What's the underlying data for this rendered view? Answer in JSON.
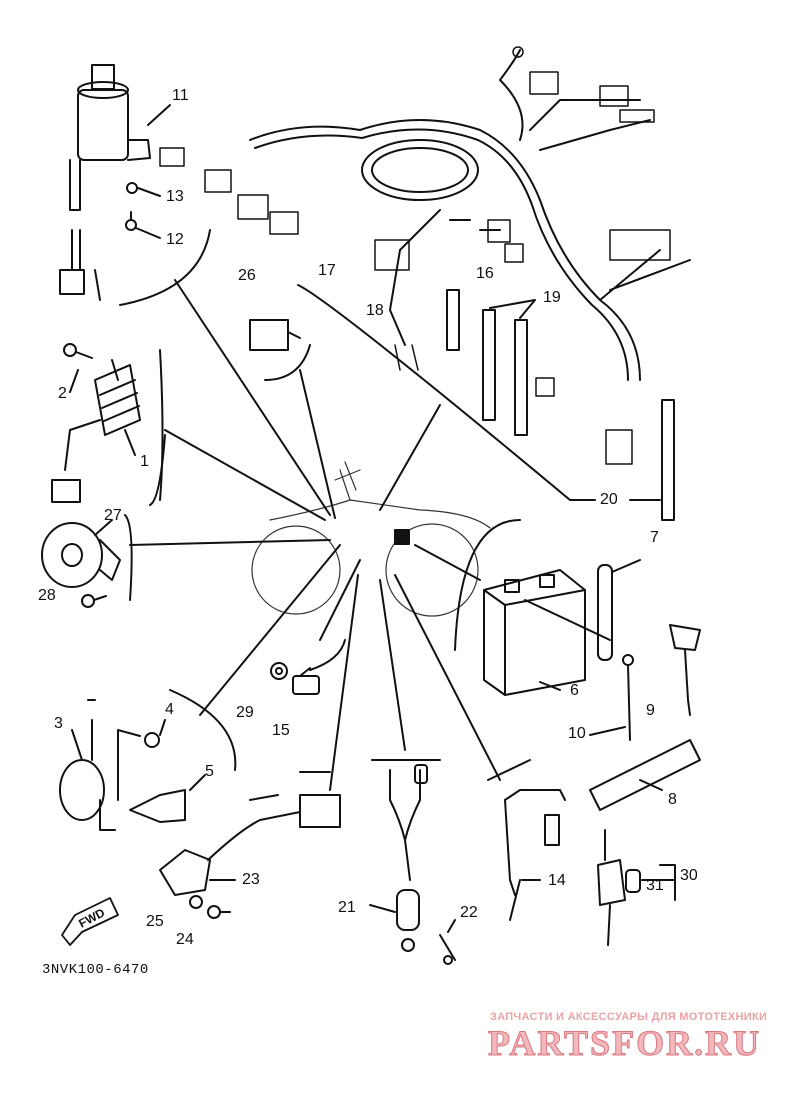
{
  "diagram": {
    "drawing_code": "3NVK100-6470",
    "forward_arrow_label": "FWD",
    "part_numbers": {
      "p1": "1",
      "p2": "2",
      "p3": "3",
      "p4": "4",
      "p5": "5",
      "p6": "6",
      "p7": "7",
      "p8": "8",
      "p9": "9",
      "p10": "10",
      "p11": "11",
      "p12": "12",
      "p13": "13",
      "p14": "14",
      "p15": "15",
      "p16": "16",
      "p17": "17",
      "p18": "18",
      "p19": "19",
      "p20": "20",
      "p21": "21",
      "p22": "22",
      "p23": "23",
      "p24": "24",
      "p25": "25",
      "p26": "26",
      "p27": "27",
      "p28": "28",
      "p29": "29",
      "p30": "30",
      "p31": "31"
    }
  },
  "watermark": {
    "tagline": "ЗАПЧАСТИ И АКСЕССУАРЫ ДЛЯ МОТОТЕХНИКИ",
    "logo": "PARTSFOR.RU",
    "color": "#e7a3a7"
  },
  "colors": {
    "ink": "#111111",
    "paper": "#ffffff"
  }
}
